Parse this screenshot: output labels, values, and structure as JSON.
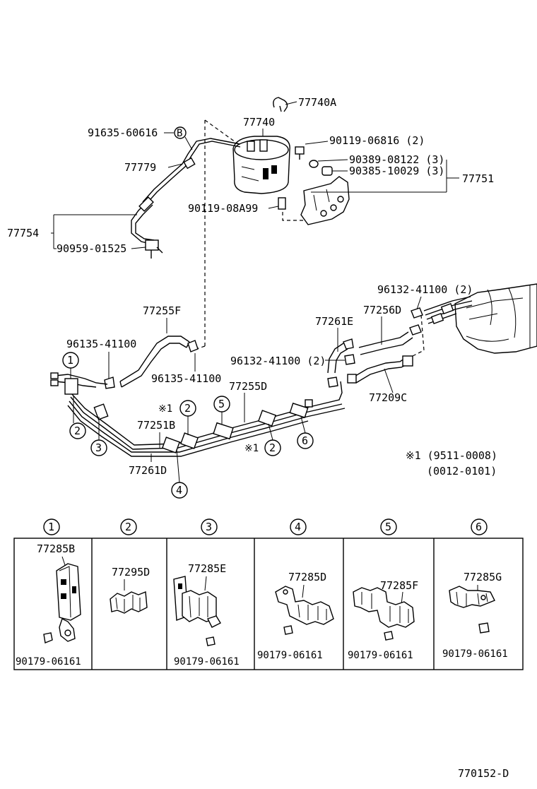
{
  "callouts": {
    "p77740A": "77740A",
    "p77740": "77740",
    "p91635": "91635-60616",
    "b_marker": "B",
    "p90119_06816": "90119-06816 (2)",
    "p90389": "90389-08122 (3)",
    "p90385": "90385-10029 (3)",
    "p77751": "77751",
    "p77779": "77779",
    "p90119_08A99": "90119-08A99",
    "p77754": "77754",
    "p90959": "90959-01525",
    "p96132_top": "96132-41100 (2)",
    "p77256D": "77256D",
    "p77261E": "77261E",
    "p77255F": "77255F",
    "p96135_a": "96135-41100",
    "p96135_b": "96135-41100",
    "p96132_mid": "96132-41100 (2)",
    "p77255D": "77255D",
    "p77209C": "77209C",
    "p77251B": "77251B",
    "p77261D": "77261D",
    "note_mark_1": "※1",
    "note_mark_2": "※1",
    "note_line1": "※1 (9511-0008)",
    "note_line2": "(0012-0101)",
    "circle_1": "1",
    "circle_2a": "2",
    "circle_2b": "2",
    "circle_2c": "2",
    "circle_3": "3",
    "circle_4": "4",
    "circle_5": "5",
    "circle_6": "6"
  },
  "clamp_table": {
    "headers": [
      "1",
      "2",
      "3",
      "4",
      "5",
      "6"
    ],
    "cells": [
      {
        "part": "77285B",
        "bolt": "90179-06161"
      },
      {
        "part": "77295D",
        "bolt": ""
      },
      {
        "part": "77285E",
        "bolt": "90179-06161"
      },
      {
        "part": "77285D",
        "bolt": "90179-06161"
      },
      {
        "part": "77285F",
        "bolt": "90179-06161"
      },
      {
        "part": "77285G",
        "bolt": "90179-06161"
      }
    ]
  },
  "footer": {
    "code": "770152-D"
  }
}
